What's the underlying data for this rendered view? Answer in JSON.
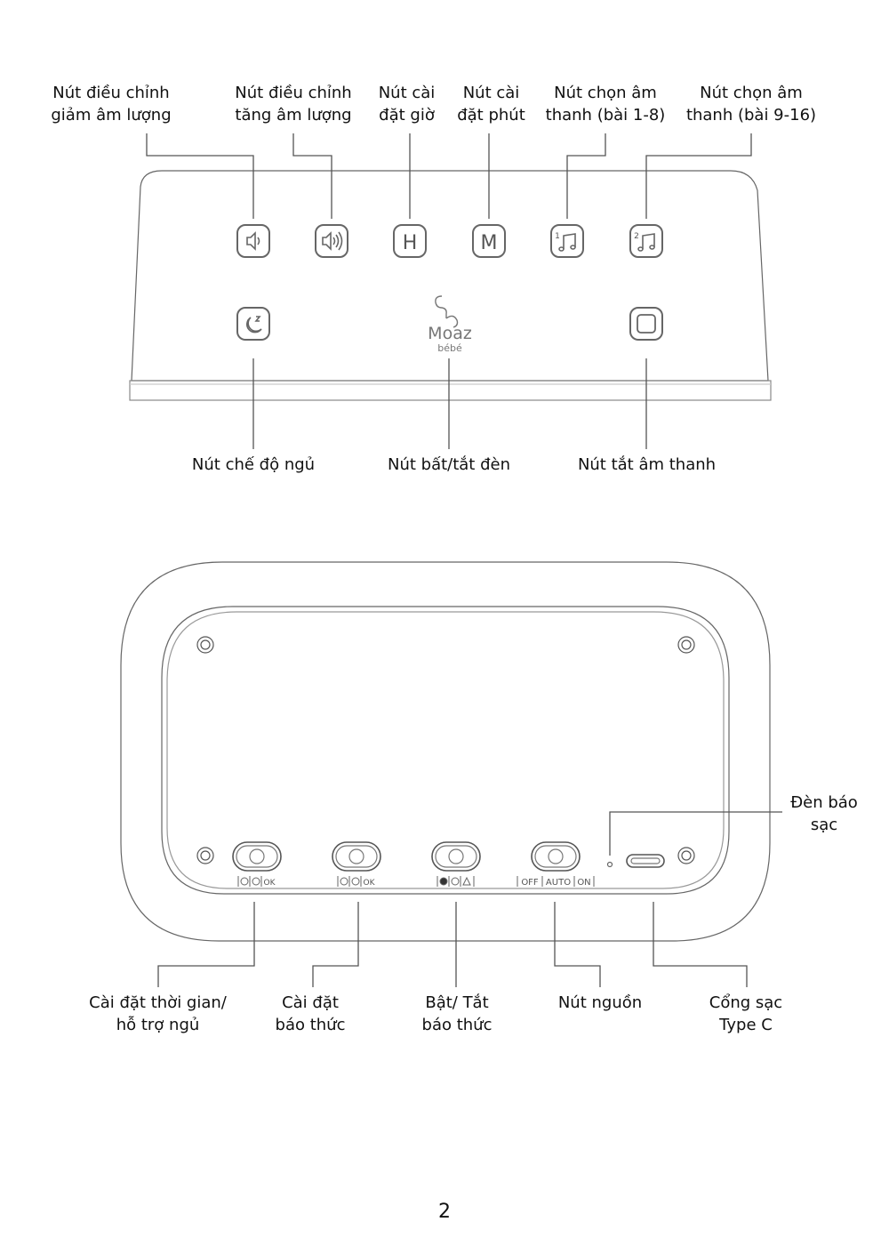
{
  "top_panel": {
    "callouts_top": [
      {
        "id": "vol-down",
        "lines": [
          "Nút điều chỉnh",
          "giảm âm lượng"
        ]
      },
      {
        "id": "vol-up",
        "lines": [
          "Nút điều chỉnh",
          "tăng âm lượng"
        ]
      },
      {
        "id": "set-hour",
        "lines": [
          "Nút cài",
          "đặt giờ"
        ]
      },
      {
        "id": "set-minute",
        "lines": [
          "Nút cài",
          "đặt phút"
        ]
      },
      {
        "id": "sound-1-8",
        "lines": [
          "Nút chọn âm",
          "thanh (bài 1-8)"
        ]
      },
      {
        "id": "sound-9-16",
        "lines": [
          "Nút chọn âm",
          "thanh (bài 9-16)"
        ]
      }
    ],
    "callouts_bottom": [
      {
        "id": "sleep-mode",
        "lines": [
          "Nút chế độ ngủ"
        ]
      },
      {
        "id": "light-toggle",
        "lines": [
          "Nút bất/tắt đèn"
        ]
      },
      {
        "id": "mute",
        "lines": [
          "Nút tắt âm thanh"
        ]
      }
    ],
    "button_glyphs": {
      "hour": "H",
      "minute": "M",
      "sound1": "1",
      "sound2": "2"
    },
    "icons": [
      "volume-down-icon",
      "volume-up-icon",
      "hour-icon",
      "minute-icon",
      "music-note-1-icon",
      "music-note-2-icon",
      "moon-sleep-icon",
      "square-stop-icon"
    ],
    "logo": {
      "main": "Moaz",
      "sub": "bébé"
    }
  },
  "bottom_panel": {
    "callout_right": {
      "id": "charge-led",
      "lines": [
        "Đèn báo",
        "sạc"
      ]
    },
    "callouts_bottom": [
      {
        "id": "time-sleep-switch",
        "lines": [
          "Cài đặt thời gian/",
          "hỗ trợ ngủ"
        ]
      },
      {
        "id": "alarm-set-switch",
        "lines": [
          "Cài đặt",
          "báo thức"
        ]
      },
      {
        "id": "alarm-onoff-switch",
        "lines": [
          "Bật/ Tắt",
          "báo thức"
        ]
      },
      {
        "id": "power-switch",
        "lines": [
          "Nút nguồn"
        ]
      },
      {
        "id": "charge-port",
        "lines": [
          "Cổng sạc",
          "Type C"
        ]
      }
    ],
    "switch_legends": {
      "switch1": "OK",
      "switch2": "OK",
      "power": [
        "OFF",
        "AUTO",
        "ON"
      ]
    }
  },
  "page_number": "2"
}
